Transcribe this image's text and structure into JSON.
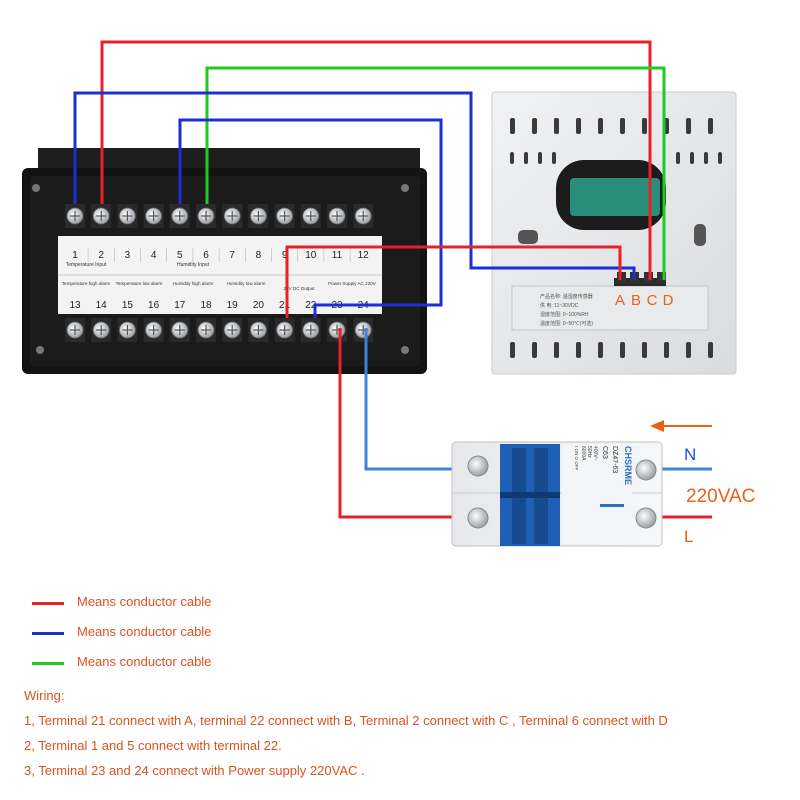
{
  "controller": {
    "top_terminals": [
      "1",
      "2",
      "3",
      "4",
      "5",
      "6",
      "7",
      "8",
      "9",
      "10",
      "11",
      "12"
    ],
    "bottom_terminals": [
      "13",
      "14",
      "15",
      "16",
      "17",
      "18",
      "19",
      "20",
      "21",
      "22",
      "23",
      "24"
    ],
    "top_labels": [
      "Temperature Input",
      "Humidity Input"
    ],
    "bottom_labels": [
      "Temperature high alarm",
      "Temperature low alarm",
      "Humidity high alarm",
      "Humidity low alarm",
      "24V DC Output",
      "Power Supply AC 220V"
    ]
  },
  "sensor": {
    "terminals": [
      "A",
      "B",
      "C",
      "D"
    ],
    "plate_lines": [
      "产品名称: 温湿度传感器",
      "供   电: 11~30VDC",
      "湿度范围: 0~100%RH",
      "温度范围: 0~50℃(可选)"
    ]
  },
  "breaker": {
    "brand": "CHSRME",
    "model": "DZ47-63",
    "rating": "C63",
    "specs": [
      "400V~",
      "50Hz",
      "6000A"
    ],
    "on_off": "I ON  O OFF"
  },
  "power": {
    "voltage": "220VAC",
    "n_label": "N",
    "l_label": "L"
  },
  "colors": {
    "red": "#e8202a",
    "blue": "#1c2fd1",
    "green": "#1ecb1e",
    "orange": "#e56217",
    "wire_blue": "#3a86d8"
  },
  "legend": [
    {
      "color": "#e8202a",
      "text": "Means conductor cable"
    },
    {
      "color": "#1c2fd1",
      "text": "Means conductor cable"
    },
    {
      "color": "#1ecb1e",
      "text": "Means conductor cable"
    }
  ],
  "wiring": {
    "title": "Wiring:",
    "lines": [
      "1, Terminal 21 connect with A,  terminal 22 connect with B, Terminal 2 connect with C , Terminal 6 connect with D",
      "2, Terminal 1 and 5 connect with terminal 22.",
      "3, Terminal 23 and 24 connect with Power supply 220VAC ."
    ]
  }
}
